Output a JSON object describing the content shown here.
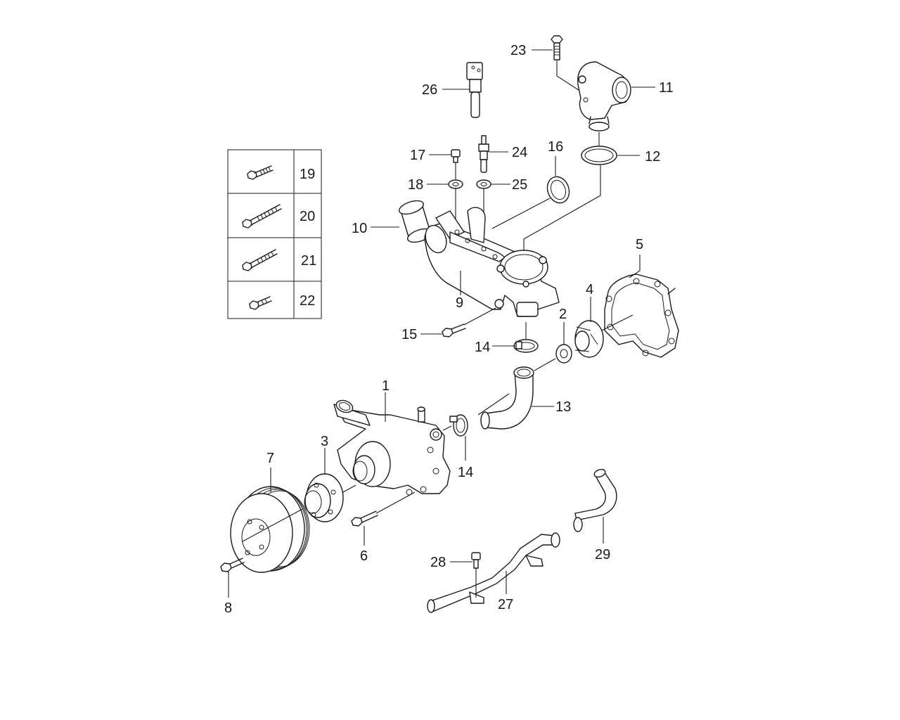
{
  "diagram": {
    "callouts": [
      {
        "id": "c1",
        "text": "1"
      },
      {
        "id": "c2",
        "text": "2"
      },
      {
        "id": "c3",
        "text": "3"
      },
      {
        "id": "c4",
        "text": "4"
      },
      {
        "id": "c5",
        "text": "5"
      },
      {
        "id": "c6",
        "text": "6"
      },
      {
        "id": "c7",
        "text": "7"
      },
      {
        "id": "c8",
        "text": "8"
      },
      {
        "id": "c9",
        "text": "9"
      },
      {
        "id": "c10",
        "text": "10"
      },
      {
        "id": "c11",
        "text": "11"
      },
      {
        "id": "c12",
        "text": "12"
      },
      {
        "id": "c13",
        "text": "13"
      },
      {
        "id": "c14a",
        "text": "14"
      },
      {
        "id": "c14b",
        "text": "14"
      },
      {
        "id": "c15",
        "text": "15"
      },
      {
        "id": "c16",
        "text": "16"
      },
      {
        "id": "c17",
        "text": "17"
      },
      {
        "id": "c18",
        "text": "18"
      },
      {
        "id": "c23",
        "text": "23"
      },
      {
        "id": "c24",
        "text": "24"
      },
      {
        "id": "c25",
        "text": "25"
      },
      {
        "id": "c26",
        "text": "26"
      },
      {
        "id": "c27",
        "text": "27"
      },
      {
        "id": "c28",
        "text": "28"
      },
      {
        "id": "c29",
        "text": "29"
      }
    ],
    "bolt_legend": [
      {
        "text": "19",
        "icon": "short-flange-bolt-icon"
      },
      {
        "text": "20",
        "icon": "long-flange-bolt-icon"
      },
      {
        "text": "21",
        "icon": "long-flange-bolt-icon"
      },
      {
        "text": "22",
        "icon": "short-flange-bolt-icon"
      }
    ]
  }
}
